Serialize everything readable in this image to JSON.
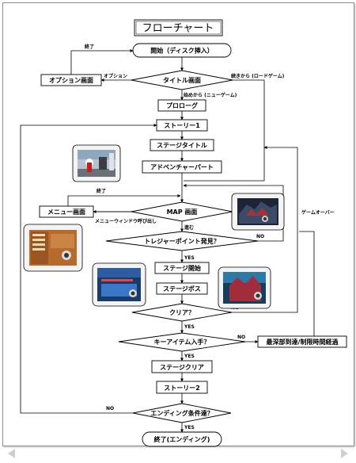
{
  "title": "フローチャート",
  "nodes": {
    "start": "開始（ディスク挿入）",
    "title_screen": "タイトル画面",
    "option_screen": "オプション画面",
    "prologue": "プロローグ",
    "story1": "ストーリー1",
    "stage_title": "ステージタイトル",
    "adventure_part": "アドベンチャーパート",
    "map_screen": "MAP 画面",
    "menu_screen": "メニュー画面",
    "treasure_point": "トレジャーポイント発見？",
    "stage_start": "ステージ開始",
    "stage_boss": "ステージボス",
    "clear": "クリア？",
    "key_item": "キーアイテム入手？",
    "deepest_reached": "最深部到達/制限時間経過",
    "stage_clear": "ステージクリア",
    "story2": "ストーリー2",
    "ending_cond": "エンディング条件達？",
    "end": "終了(エンディング)"
  },
  "edge_labels": {
    "end_top": "終了",
    "option": "オプション",
    "continue": "続きから (ロードゲーム)",
    "new_game": "始めから (ニューゲーム)",
    "end_map": "終了",
    "menu_call": "メニューウィンドウ呼び出し",
    "progress": "進む",
    "game_over": "ゲームオーバー",
    "yes1": "YES",
    "no1": "NO",
    "no2": "NO",
    "yes2": "YES",
    "no3": "NO",
    "yes3": "YES",
    "no4": "NO",
    "yes4": "YES"
  },
  "colors": {
    "line": "#000000",
    "frame": "#8e8e8e",
    "thumb_bg": "#f4f4f4"
  },
  "thumbnails": {
    "adventure": "adventure-screenshot",
    "map": "map-screenshot",
    "menu": "menu-screenshot",
    "stage_start": "stage-start-screenshot",
    "stage_boss": "stage-boss-screenshot"
  }
}
